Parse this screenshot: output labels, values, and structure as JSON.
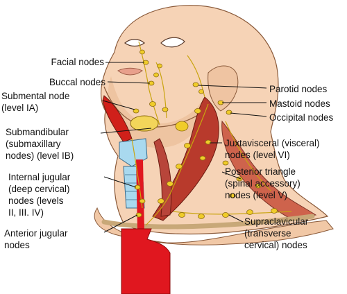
{
  "labels": {
    "facial": "Facial nodes",
    "buccal": "Buccal nodes",
    "submental": "Submental node\n(level IA)",
    "submandibular": "Submandibular\n(submaxillary\nnodes) (level IB)",
    "internal_jugular": "Internal jugular\n(deep cervical)\nnodes (levels\nII, III. IV)",
    "anterior_jugular": "Anterior jugular\nnodes",
    "parotid": "Parotid nodes",
    "mastoid": "Mastoid nodes",
    "occipital": "Occipital nodes",
    "juxtavisceral": "Juxtavisceral (visceral)\nnodes (level VI)",
    "posterior_triangle": "Posterior triangle\n(spinal accessory)\nnodes (level V)",
    "supraclavicular": "Supraclavicular\n(transverse\ncervical) nodes"
  },
  "colors": {
    "skin": "#f6d3b6",
    "skin_shadow": "#e8b892",
    "muscle": "#b83a2c",
    "node": "#f0cc2a",
    "vessel": "#e0171f",
    "trachea": "#a9d9ef",
    "leader": "#111111"
  }
}
